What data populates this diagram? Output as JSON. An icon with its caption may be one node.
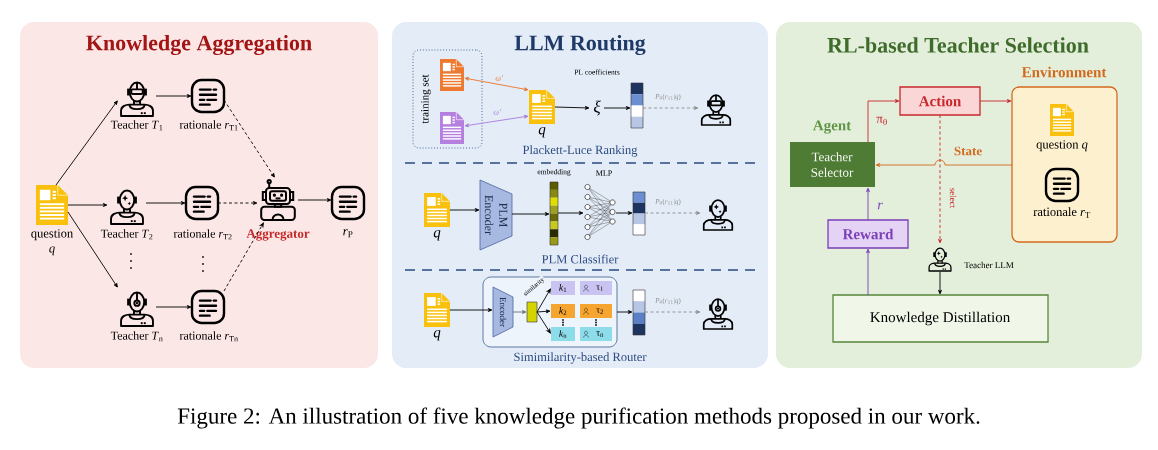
{
  "diagram": {
    "caption": "Figure 2: An illustration of five knowledge purification methods proposed in our work.",
    "nodes": [
      {
        "text": [
          "Knowledge Aggregation"
        ]
      },
      {
        "text": [
          "question *q*"
        ],
        "in": 0
      },
      {
        "text": [
          "Teacher *T*$_{1}$"
        ],
        "in": 0
      },
      {
        "text": [
          "rationale *r*$_{T1}$"
        ],
        "in": 0
      },
      {
        "text": [
          "Teacher *T*$_{2}$"
        ],
        "in": 0
      },
      {
        "text": [
          "rationale *r*$_{T2}$"
        ],
        "in": 0
      },
      {
        "text": [
          "Aggregator"
        ],
        "in": 0
      },
      {
        "text": [
          "*r*$_{P}$"
        ],
        "in": 0
      },
      {
        "text": [
          "Teacher *T*$_{n}$"
        ],
        "in": 0
      },
      {
        "text": [
          "rationale *r*$_{Tn}$"
        ],
        "in": 0
      },
      {
        "text": [
          "LLM Routing"
        ]
      },
      {
        "text": [
          "training set"
        ],
        "in": 10
      },
      {
        "text": [],
        "shape": "document",
        "in": 11
      },
      {
        "text": [],
        "shape": "document",
        "in": 11
      },
      {
        "text": [
          "q"
        ],
        "in": 10
      },
      {
        "text": [
          "ξ"
        ],
        "in": 10
      },
      {
        "text": [],
        "shape": "bar",
        "in": 10
      },
      {
        "text": [],
        "shape": "person",
        "in": 10
      },
      {
        "text": [
          "q"
        ],
        "in": 10
      },
      {
        "text": [
          "PLM Encoder"
        ],
        "in": 10
      },
      {
        "text": [],
        "shape": "bar",
        "beside": [
          "embedding"
        ],
        "in": 10
      },
      {
        "text": [],
        "shape": "network",
        "beside": [
          "MLP"
        ],
        "in": 10
      },
      {
        "text": [],
        "shape": "bar",
        "in": 10
      },
      {
        "text": [],
        "shape": "person",
        "in": 10
      },
      {
        "text": [
          "q"
        ],
        "in": 10
      },
      {
        "text": [],
        "shape": "box",
        "in": 10
      },
      {
        "text": [
          "Encoder"
        ],
        "in": 25
      },
      {
        "text": [],
        "shape": "bar",
        "in": 25
      },
      {
        "text": [
          "*k*$_{1}$"
        ],
        "in": 25
      },
      {
        "text": [
          "τ$_{1}$"
        ],
        "in": 25
      },
      {
        "text": [
          "*k*$_{2}$"
        ],
        "in": 25
      },
      {
        "text": [
          "τ$_{2}$"
        ],
        "in": 25
      },
      {
        "text": [
          "*k*$_{n}$"
        ],
        "in": 25
      },
      {
        "text": [
          "τ$_{n}$"
        ],
        "in": 25
      },
      {
        "text": [],
        "shape": "bar",
        "in": 10
      },
      {
        "text": [],
        "shape": "person",
        "in": 10
      },
      {
        "text": [
          "RL-based Teacher Selection"
        ]
      },
      {
        "text": [
          "Action"
        ],
        "in": 36
      },
      {
        "text": [
          "Environment"
        ],
        "in": 36
      },
      {
        "text": [
          "question *q*"
        ],
        "in": 38
      },
      {
        "text": [
          "rationale *r*$_{T}$"
        ],
        "in": 38
      },
      {
        "text": [
          "Agent",
          "Teacher Selector"
        ],
        "in": 36
      },
      {
        "text": [
          "Reward"
        ],
        "in": 36
      },
      {
        "text": [
          "Teacher LLM"
        ],
        "in": 36
      },
      {
        "text": [
          "Knowledge Distillation"
        ],
        "in": 36
      }
    ],
    "edges": [
      {
        "from": 1,
        "to": 2,
        "arrow": "to"
      },
      {
        "from": 1,
        "to": 4,
        "arrow": "to"
      },
      {
        "from": 1,
        "to": 8,
        "arrow": "to"
      },
      {
        "from": 2,
        "to": 3,
        "arrow": "to"
      },
      {
        "from": 4,
        "to": 5,
        "arrow": "to"
      },
      {
        "from": 8,
        "to": 9,
        "arrow": "to"
      },
      {
        "from": 3,
        "to": 6,
        "arrow": "to",
        "style": "dashed"
      },
      {
        "from": 5,
        "to": 6,
        "arrow": "to",
        "style": "dashed"
      },
      {
        "from": 9,
        "to": 6,
        "arrow": "to",
        "style": "dashed"
      },
      {
        "from": 6,
        "to": 7,
        "arrow": "to"
      },
      {
        "from": 12,
        "to": 14,
        "arrow": "both",
        "label": "ω'",
        "color": "#e8742a"
      },
      {
        "from": 13,
        "to": 14,
        "arrow": "both",
        "label": "ω'",
        "color": "#a77bdc"
      },
      {
        "from": 14,
        "to": 15,
        "arrow": "to"
      },
      {
        "from": 15,
        "to": 16,
        "arrow": "to"
      },
      {
        "from": 16,
        "to": 17,
        "arrow": "to",
        "style": "dashed",
        "color": "#8c8c8c",
        "label": "*P*$_{θ}$(*r*$_{T1}$|*q*)"
      },
      {
        "from": 18,
        "to": 19,
        "arrow": "to"
      },
      {
        "from": 19,
        "to": 20,
        "arrow": "to"
      },
      {
        "from": 20,
        "to": 21,
        "arrow": "to"
      },
      {
        "from": 21,
        "to": 22,
        "arrow": "to"
      },
      {
        "from": 22,
        "to": 23,
        "arrow": "to",
        "style": "dashed",
        "color": "#8c8c8c",
        "label": "*P*$_{θ}$(*r*$_{T1}$|*q*)"
      },
      {
        "from": 24,
        "to": 26,
        "arrow": "to"
      },
      {
        "from": 26,
        "to": 27,
        "arrow": "to",
        "color": "#6e6e6e"
      },
      {
        "from": 27,
        "to": 28,
        "arrow": "to",
        "label": "similarity"
      },
      {
        "from": 27,
        "to": 30,
        "arrow": "to"
      },
      {
        "from": 27,
        "to": 32,
        "arrow": "to"
      },
      {
        "from": 25,
        "to": 34,
        "arrow": "to"
      },
      {
        "from": 34,
        "to": 35,
        "arrow": "to",
        "style": "dashed",
        "color": "#8c8c8c",
        "label": "*P*$_{θ}$(*r*$_{T1}$|*q*)"
      },
      {
        "from": 41,
        "to": 37,
        "arrow": "to",
        "color": "#c8282d",
        "label": "π$_{θ}$"
      },
      {
        "from": 37,
        "to": 38,
        "arrow": "to",
        "color": "#c8282d"
      },
      {
        "from": 38,
        "to": 41,
        "arrow": "to",
        "color": "#d4691e",
        "label": "State"
      },
      {
        "from": 37,
        "to": 43,
        "arrow": "to",
        "style": "dashed",
        "color": "#c8282d",
        "label": "select"
      },
      {
        "from": 44,
        "to": 42,
        "arrow": "to",
        "color": "#7b3fb8"
      },
      {
        "from": 42,
        "to": 41,
        "arrow": "to",
        "color": "#7b3fb8",
        "label": "r"
      },
      {
        "from": 43,
        "to": 44,
        "arrow": "to"
      }
    ],
    "labels": [
      "PL coefficients",
      "Plackett-Luce Ranking",
      "PLM Classifier",
      "Simimilarity-based Router"
    ]
  }
}
